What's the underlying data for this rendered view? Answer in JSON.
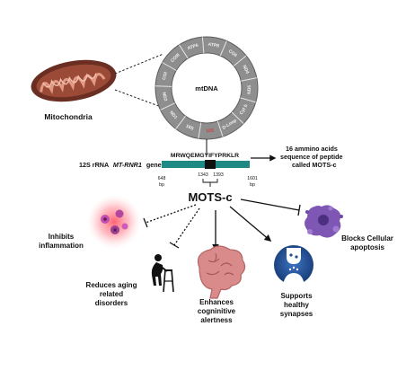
{
  "mitochondria": {
    "label": "Mitochondria"
  },
  "mtdna": {
    "center_label": "mtDNA",
    "genes": [
      "COIII",
      "ATP6",
      "ATP8",
      "COII",
      "ND4",
      "ND5",
      "Cyt b",
      "D-Loop",
      "12S",
      "16S",
      "ND1",
      "ND2",
      "COI"
    ],
    "highlight_gene": "12S"
  },
  "gene": {
    "sequence": "MRWQEMGYIFYPRKLR",
    "rrna_prefix": "12S rRNA",
    "rrna_gene": "MT-RNR1",
    "rrna_suffix": "gene",
    "left_pos": "648",
    "right_pos": "1601",
    "bp": "bp",
    "inner_start": "1343",
    "inner_end": "1393",
    "peptide_note_line1": "16 ammino acids",
    "peptide_note_line2": "sequence of peptide",
    "peptide_note_line3": "called MOTS-c"
  },
  "peptide": {
    "name": "MOTS-c"
  },
  "effects": {
    "inflammation": [
      "Inhibits",
      "inflammation"
    ],
    "aging": [
      "Reduces aging",
      "related",
      "disorders"
    ],
    "cognition": [
      "Enhances",
      "cogninitive",
      "alertness"
    ],
    "synapses": [
      "Supports",
      "healthy",
      "synapses"
    ],
    "apoptosis": [
      "Blocks Cellular",
      "apoptosis"
    ]
  },
  "colors": {
    "ring_gray": "#8e8e8e",
    "ring_text": "#f2f2f2",
    "highlight_red": "#d23a3a",
    "teal_bar": "#1f8a84",
    "mito_outer": "#6a2f22",
    "mito_inner": "#c8735f",
    "inflammation": "#e64a5a",
    "apoptosis": "#6c4aa0",
    "brain": "#d98b8b",
    "synapse": "#1f4d8f"
  }
}
